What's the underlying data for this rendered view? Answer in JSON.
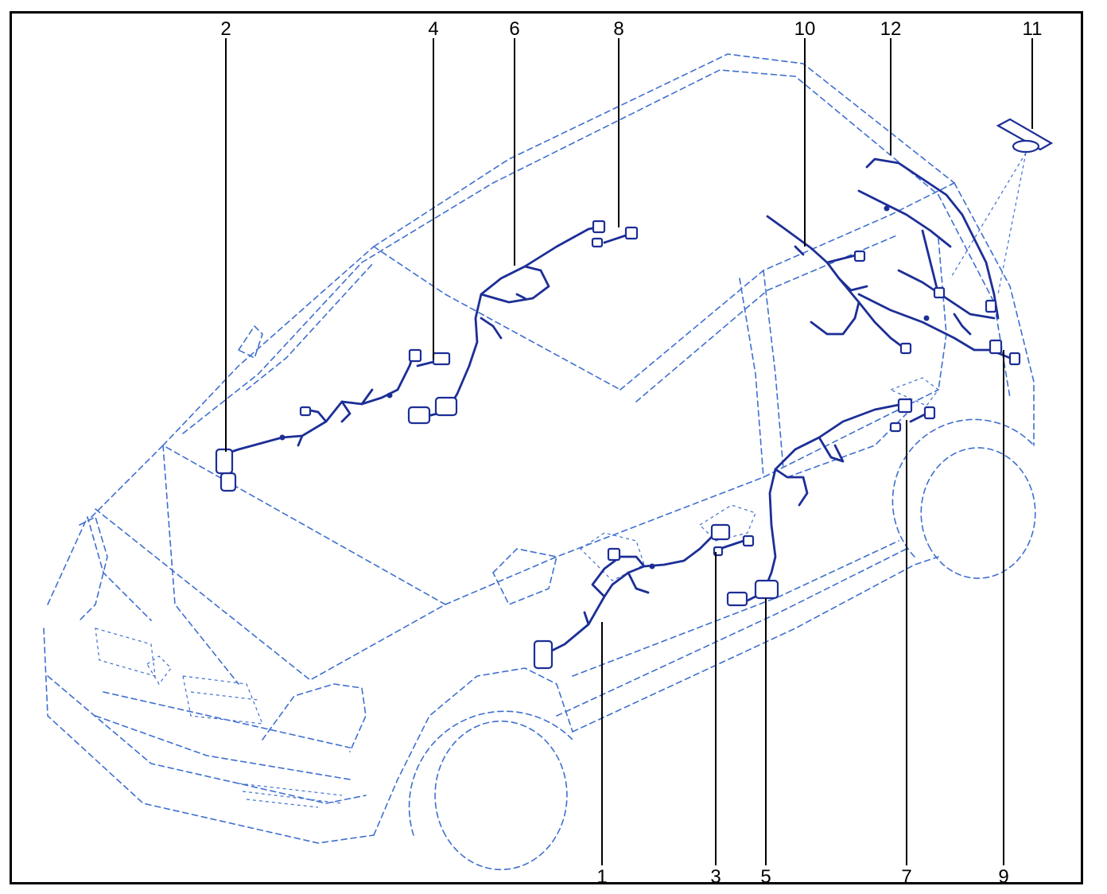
{
  "diagram": {
    "callouts": [
      {
        "id": "1",
        "label": "1"
      },
      {
        "id": "2",
        "label": "2"
      },
      {
        "id": "3",
        "label": "3"
      },
      {
        "id": "4",
        "label": "4"
      },
      {
        "id": "5",
        "label": "5"
      },
      {
        "id": "6",
        "label": "6"
      },
      {
        "id": "7",
        "label": "7"
      },
      {
        "id": "8",
        "label": "8"
      },
      {
        "id": "9",
        "label": "9"
      },
      {
        "id": "10",
        "label": "10"
      },
      {
        "id": "11",
        "label": "11"
      },
      {
        "id": "12",
        "label": "12"
      }
    ],
    "colors": {
      "car_outline": "#3f6fcf",
      "harness": "#1c2e96",
      "frame": "#000000",
      "callout_text": "#000000"
    }
  }
}
